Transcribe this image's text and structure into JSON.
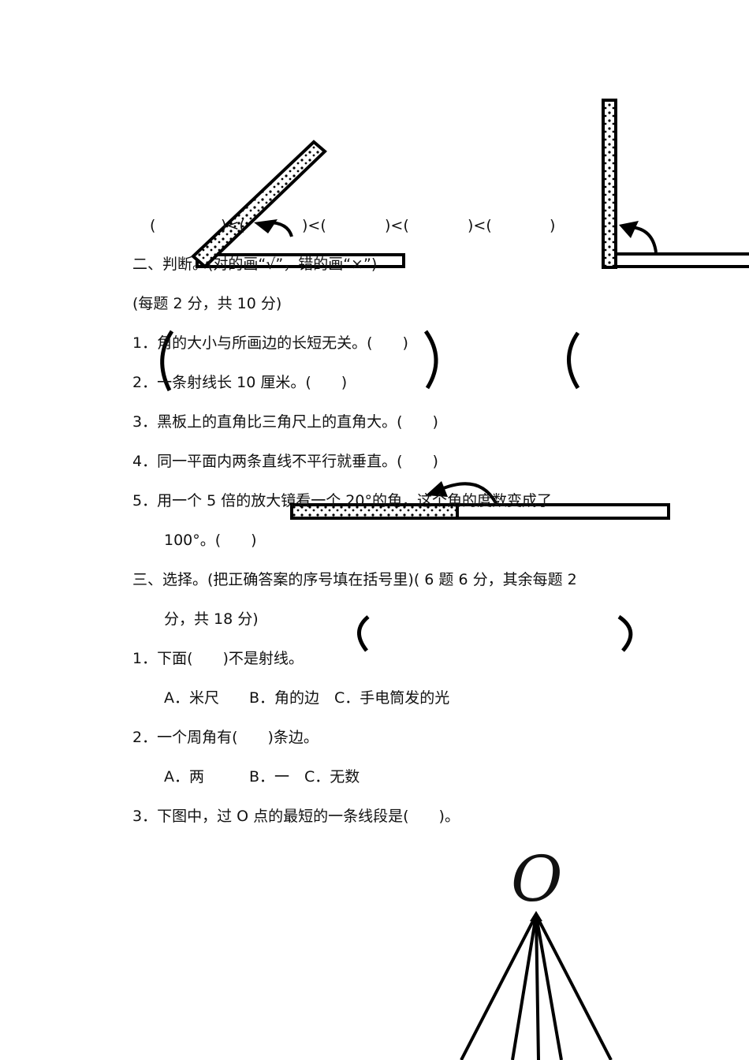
{
  "compare_row": [
    "(",
    ")<(",
    ")<(",
    ")<(",
    ")<(",
    ")"
  ],
  "section2": {
    "title": "二、判断。(对的画“√”，错的画“×”)",
    "subtitle": "(每题 2 分，共 10 分)",
    "items": [
      "1．角的大小与所画边的长短无关。(　　)",
      "2．一条射线长 10 厘米。(　　)",
      "3．黑板上的直角比三角尺上的直角大。(　　)",
      "4．同一平面内两条直线不平行就垂直。(　　)",
      "5．用一个 5 倍的放大镜看一个 20°的角，这个角的度数变成了",
      "100°。(　　)"
    ]
  },
  "section3": {
    "title": "三、选择。(把正确答案的序号填在括号里)( 6 题 6 分，其余每题 2",
    "title_cont": "分，共 18 分)",
    "q1": "1．下面(　　)不是射线。",
    "q1_options": "A．米尺　　B．角的边　C．手电筒发的光",
    "q2": "2．一个周角有(　　)条边。",
    "q2_options": "A．两　　　B．一　C．无数",
    "q3": "3．下图中，过 O 点的最短的一条线段是(　　)。"
  },
  "figure": {
    "point_label": "O"
  }
}
